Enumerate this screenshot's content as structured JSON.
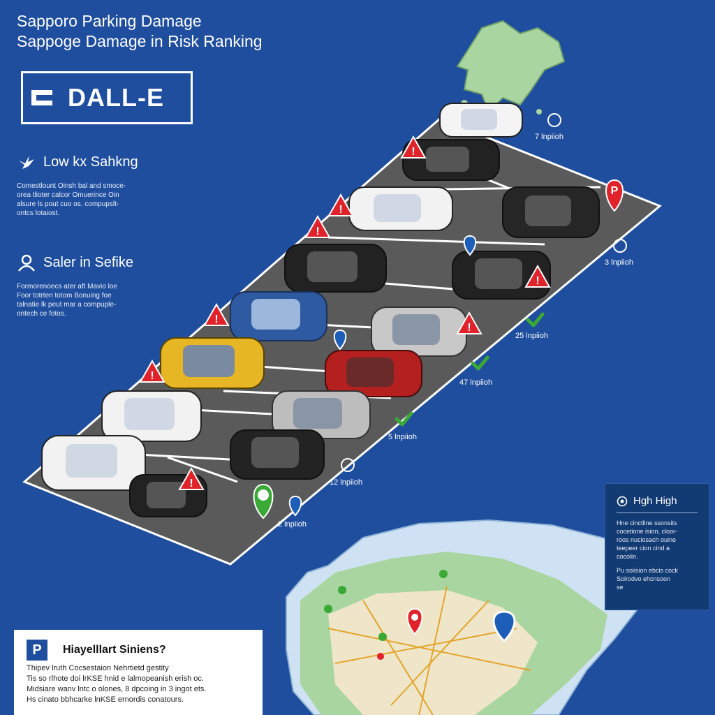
{
  "header": {
    "title_line1": "Sapporo Parking Damage",
    "title_line2": "Sappoge Damage in Risk Ranking"
  },
  "logo": {
    "text": "DALL-E"
  },
  "section_low": {
    "icon": "bird-icon",
    "heading": "Low kx Sahkng",
    "body": [
      "Comestlount Oinsh bal and smoce-",
      "orea tlioter calcor Omuerince Oin",
      "alsure ls pout cuo os. compupslt-",
      "ontcs lotaiost."
    ]
  },
  "section_saler": {
    "icon": "person-icon",
    "heading": "Saler in Sefike",
    "body": [
      "Formorenoecs ater aft Mavio loe",
      "Foor totrten totom Bonuing foe",
      "talnatie lk peut mar a compuple-",
      "ontech ce fotos."
    ]
  },
  "stall_labels": [
    "7 lnpiioh",
    "3 lnpiioh",
    "25 lnpiioh",
    "47 lnpiioh",
    "5 lnpiioh",
    "12 lnpiioh",
    "2 lnpiioh"
  ],
  "risk_panel": {
    "icon": "target-icon",
    "heading": "Hgh High",
    "body": [
      "Hne cinctline ssonsits",
      "cocetione ision, cloor-",
      "roos nuciosach ouine",
      "teepeer cion cind a",
      "cocolin."
    ],
    "body2": [
      "Pu soiision ebcis cock",
      "Soirodvo ehcnsoon",
      "se"
    ]
  },
  "info_card": {
    "badge": "P",
    "title": "Hiayelllart Siniens?",
    "lines": [
      "Thipev lruth Cocsestaion Nehrtietd gestity",
      "Tis so rlhote doi lrKSE hnid e lalmopeanish erish oc.",
      "Midsiare wanv lntc o olones, 8 dpcoing in 3 ingot ets.",
      "Hs cinato bbhcarke lnKSE ernordis conatours."
    ]
  },
  "colors": {
    "background": "#1f4e9e",
    "lot_asphalt": "#5a5a5a",
    "warning": "#e0222a",
    "safe": "#3aa935",
    "pin_blue": "#1d5fb8",
    "map_land": "#a8d5a0",
    "map_water": "#cfe2f3"
  }
}
